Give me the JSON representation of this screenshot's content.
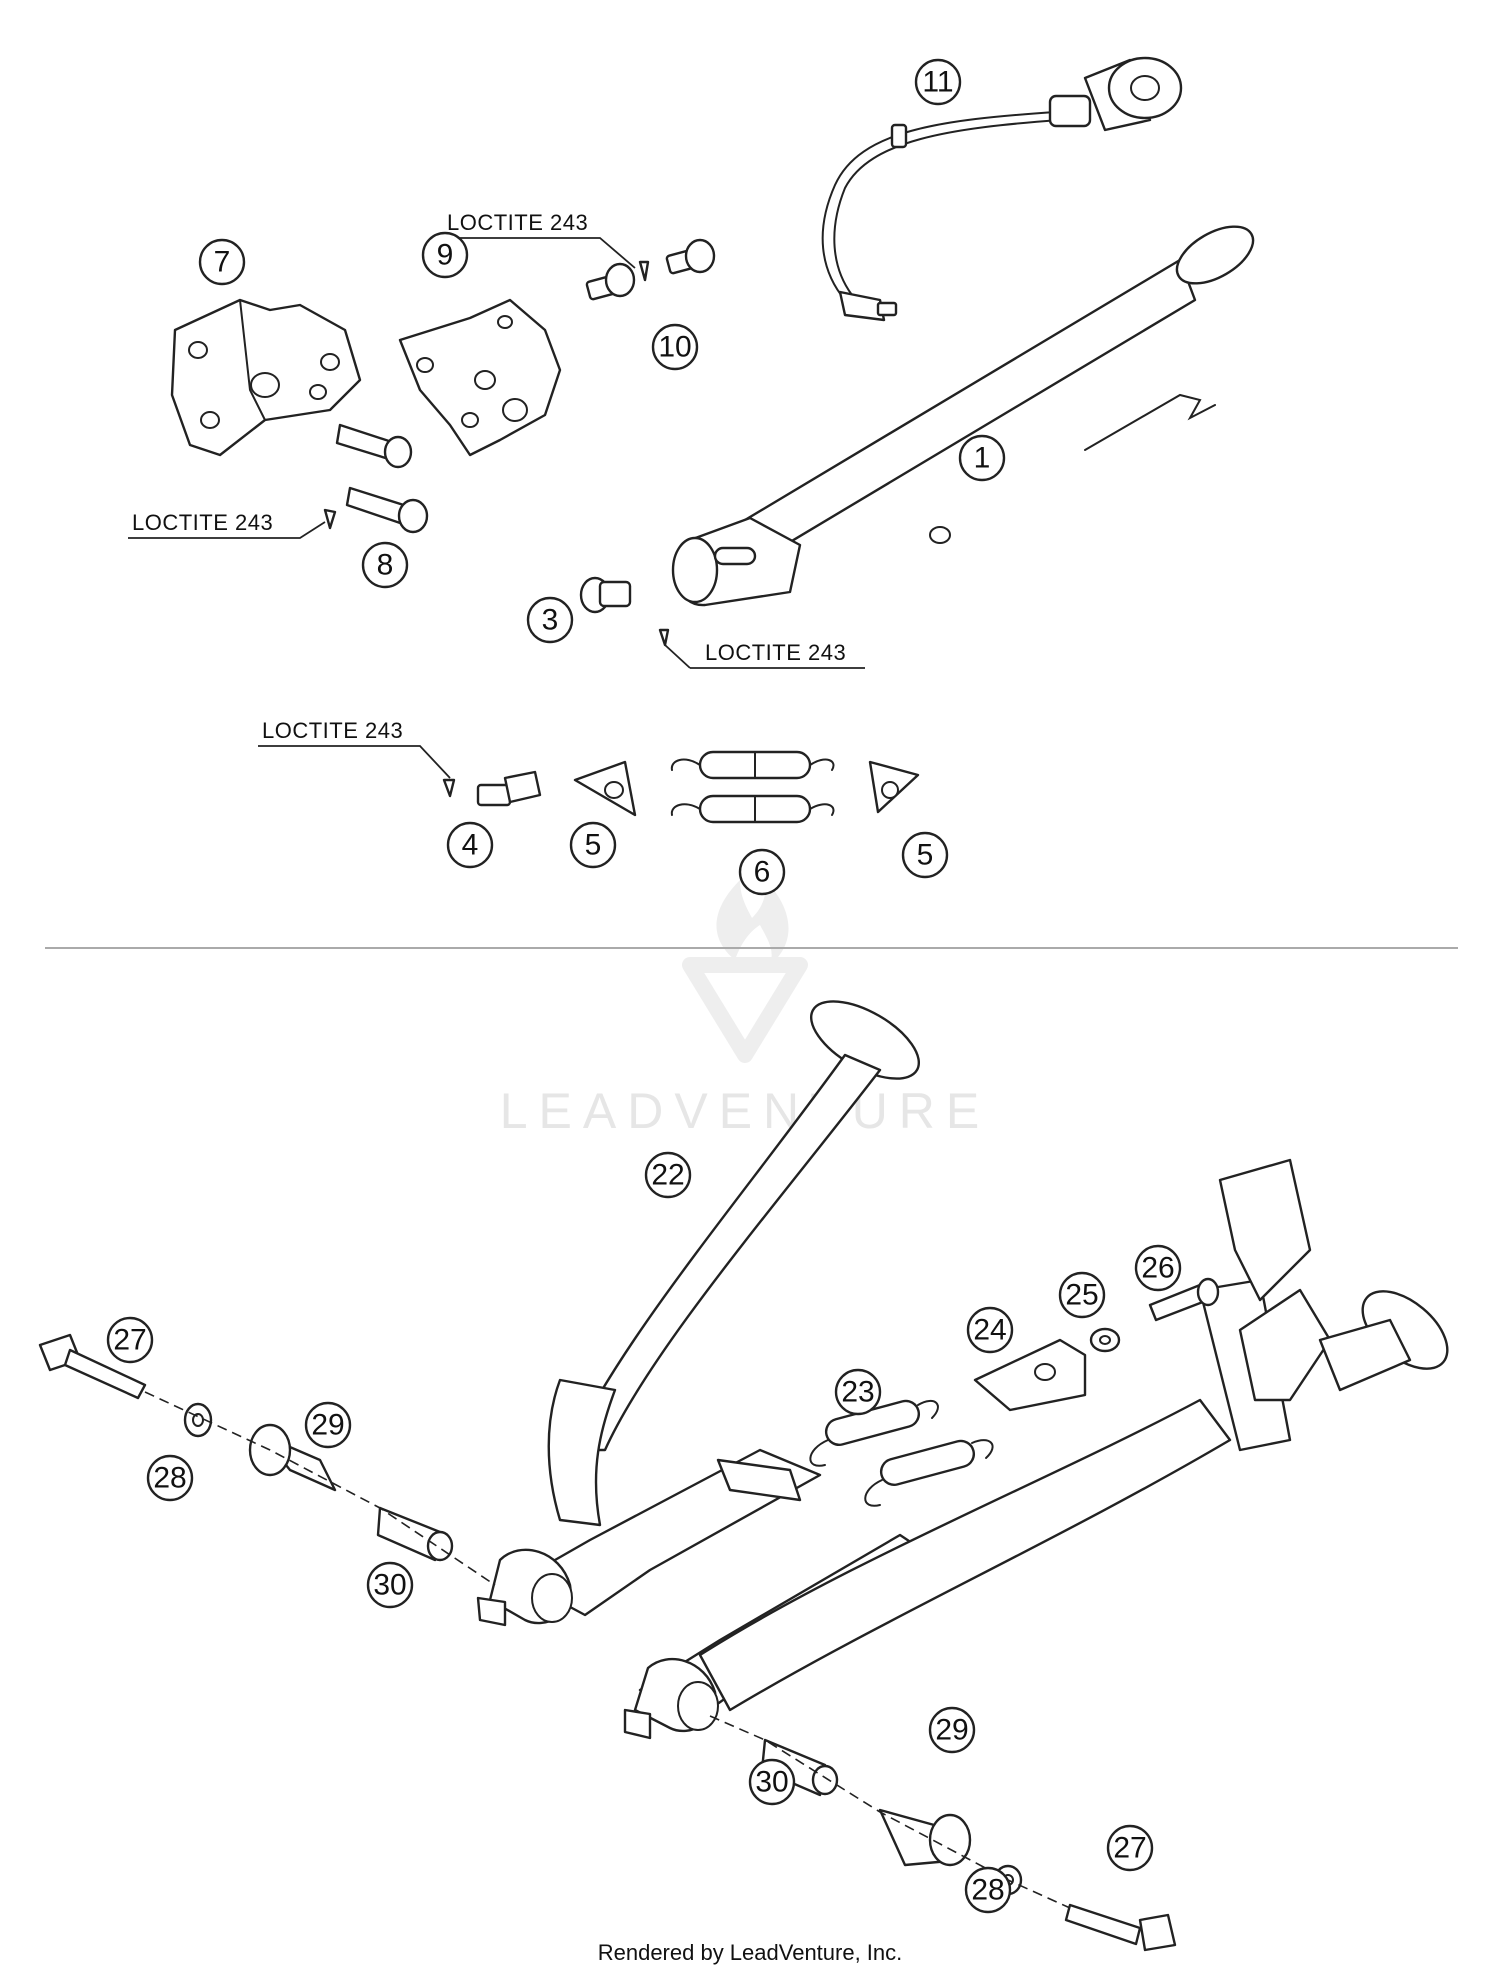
{
  "callouts": {
    "c1": "1",
    "c3": "3",
    "c4": "4",
    "c5a": "5",
    "c5b": "5",
    "c6": "6",
    "c7": "7",
    "c8": "8",
    "c9": "9",
    "c10": "10",
    "c11": "11",
    "c22": "22",
    "c23": "23",
    "c24": "24",
    "c25": "25",
    "c26": "26",
    "c27a": "27",
    "c27b": "27",
    "c28a": "28",
    "c28b": "28",
    "c29a": "29",
    "c29b": "29",
    "c30a": "30",
    "c30b": "30"
  },
  "notes": {
    "loctite_top": "LOCTITE 243",
    "loctite_left": "LOCTITE 243",
    "loctite_mid": "LOCTITE 243",
    "loctite_low": "LOCTITE 243"
  },
  "watermark": {
    "text": "LEADVENTURE"
  },
  "credit": {
    "text": "Rendered by LeadVenture, Inc."
  }
}
